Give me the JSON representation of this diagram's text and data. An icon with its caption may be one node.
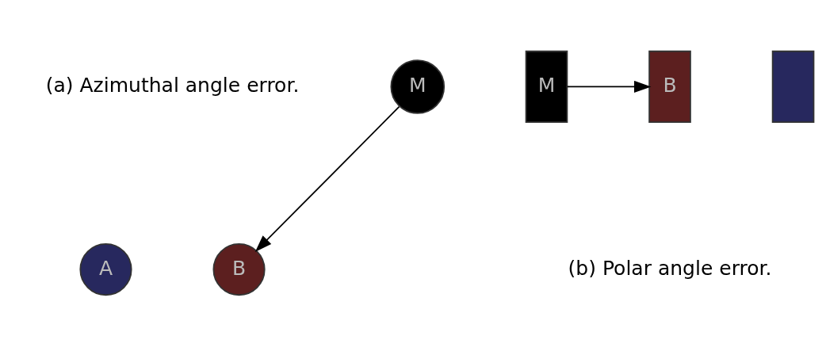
{
  "diagram": {
    "nodes": [
      {
        "text": [
          "M"
        ]
      },
      {
        "text": [
          "B"
        ]
      },
      {
        "text": [
          "A"
        ]
      },
      {
        "text": [
          "M"
        ]
      },
      {
        "text": [
          "B"
        ]
      },
      {
        "text": [],
        "shape": "box"
      }
    ],
    "edges": [
      {
        "from": 0,
        "to": 1,
        "arrow": "to"
      },
      {
        "from": 3,
        "to": 4,
        "arrow": "to"
      }
    ],
    "labels": [
      "(a) Azimuthal angle error.",
      "(b) Polar angle error."
    ]
  }
}
